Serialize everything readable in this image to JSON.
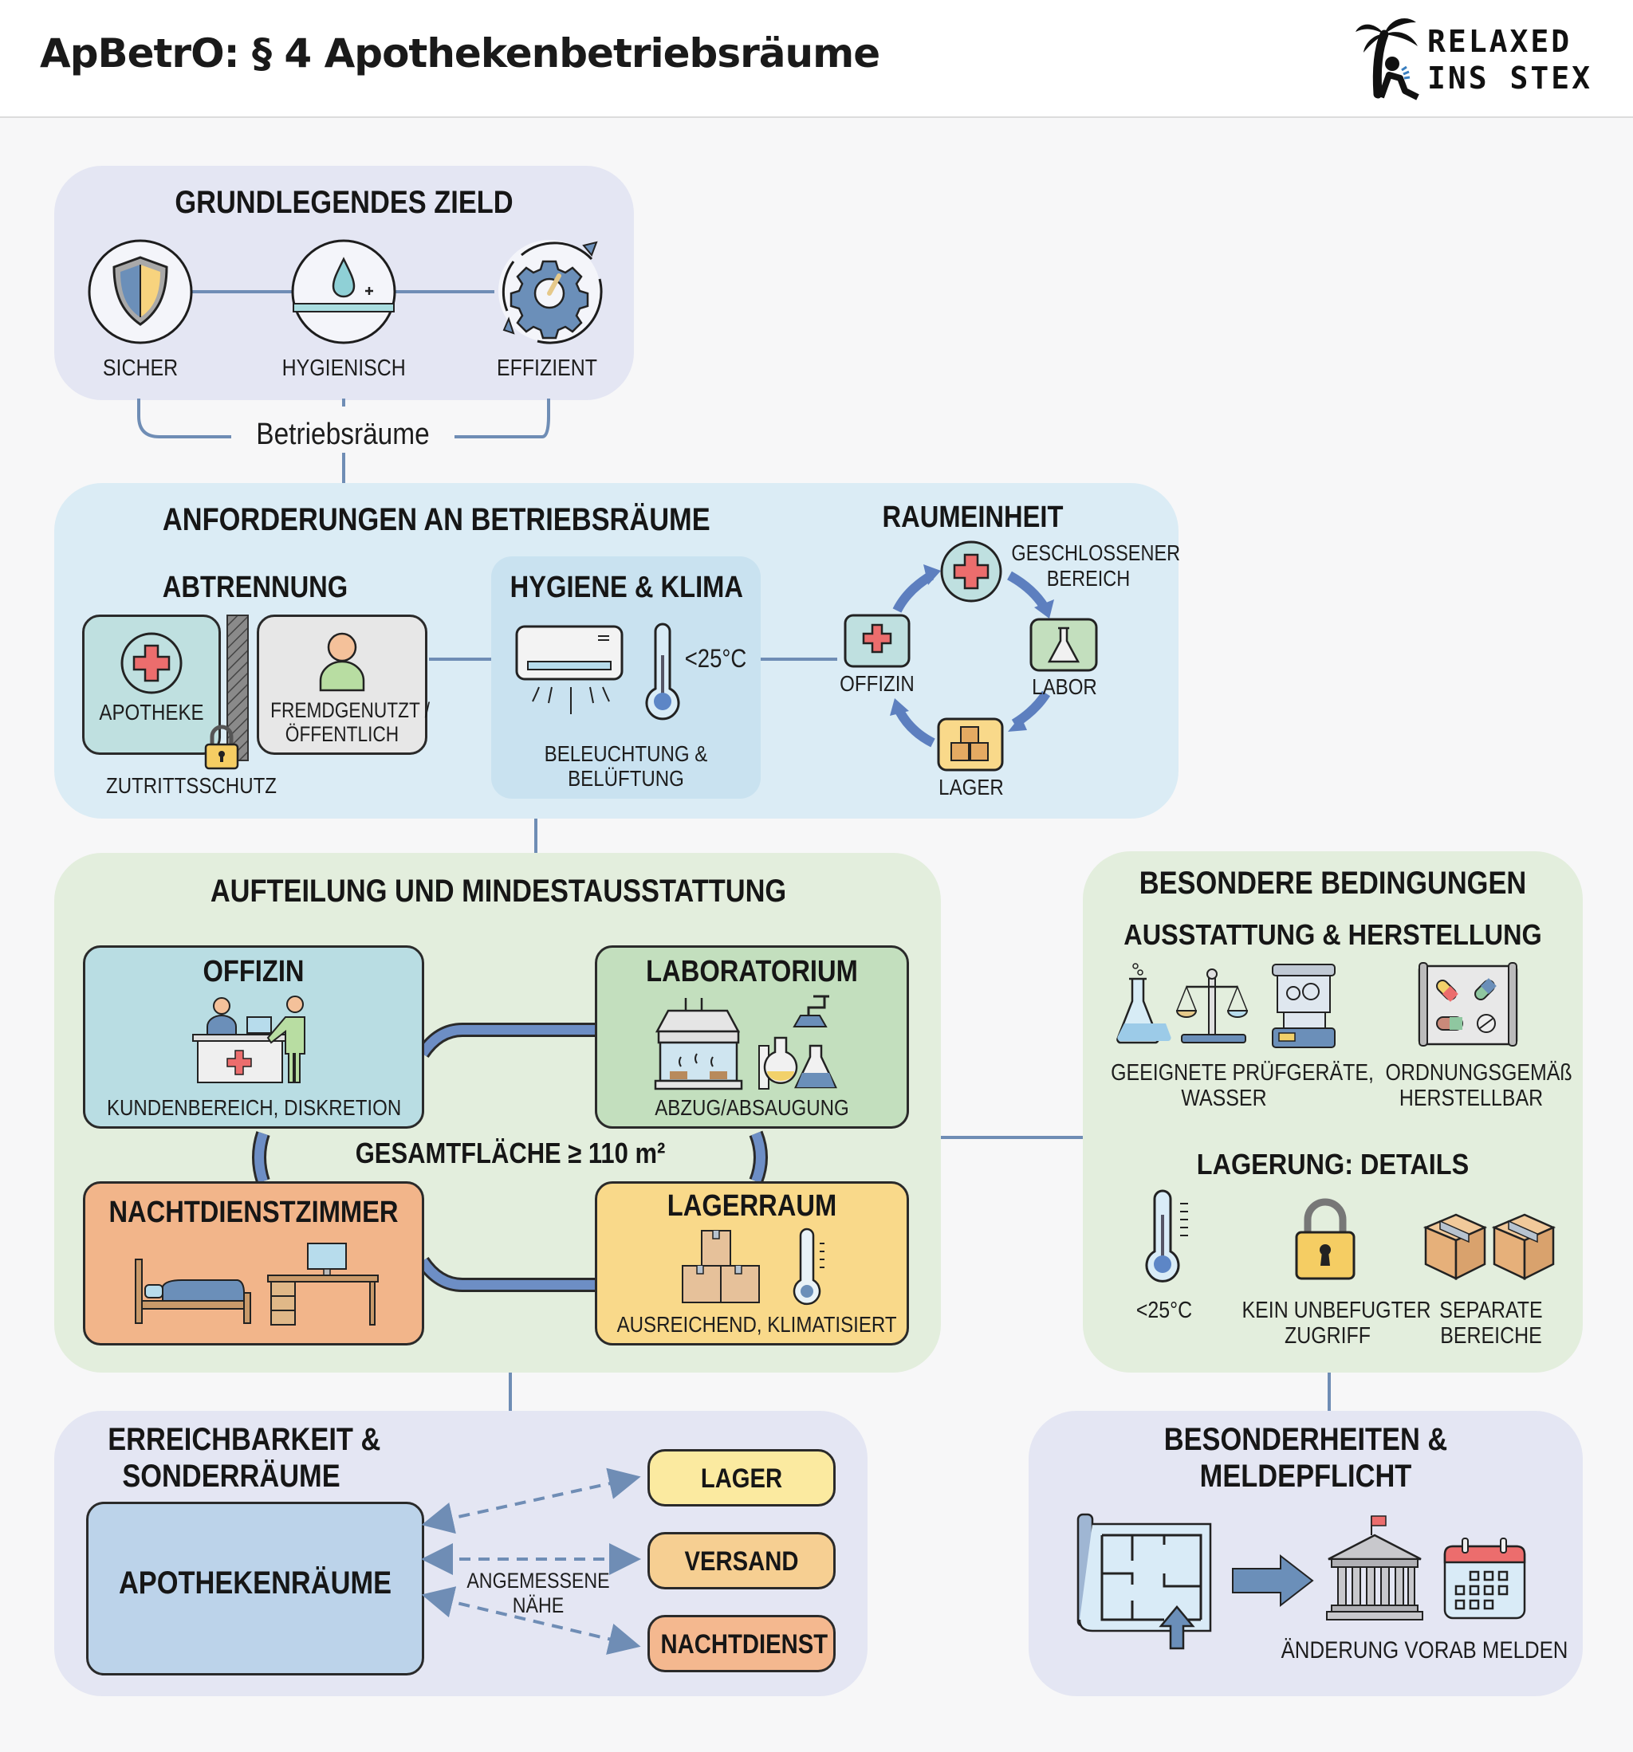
{
  "header": {
    "title": "ApBetrO: § 4 Apothekenbetriebsräume",
    "logo": {
      "line1": "RELAXED",
      "line2": "INS STEX",
      "icon": "palm-tree-reader-icon"
    }
  },
  "goal": {
    "title": "GRUNDLEGENDES ZIELD",
    "items": [
      {
        "label": "SICHER",
        "icon": "shield-icon"
      },
      {
        "label": "HYGIENISCH",
        "icon": "water-drop-icon"
      },
      {
        "label": "EFFIZIENT",
        "icon": "gear-cycle-icon"
      }
    ],
    "connector_label": "Betriebsräume"
  },
  "requirements": {
    "title": "ANFORDERUNGEN AN BETRIEBSRÄUME",
    "separation": {
      "title": "ABTRENNUNG",
      "pharmacy_label": "APOTHEKE",
      "other_label_line1": "FREMDGENUTZT /",
      "other_label_line2": "ÖFFENTLICH",
      "access_label": "ZUTRITTSSCHUTZ"
    },
    "hygiene": {
      "title": "HYGIENE & KLIMA",
      "temperature": "<25°C",
      "caption_line1": "BELEUCHTUNG &",
      "caption_line2": "BELÜFTUNG"
    },
    "room_unit": {
      "title": "RAUMEINHEIT",
      "center_label_line1": "GESCHLOSSENER",
      "center_label_line2": "BEREICH",
      "nodes": [
        "OFFIZIN",
        "LABOR",
        "LAGER"
      ]
    }
  },
  "division": {
    "title": "AUFTEILUNG UND MINDESTAUSSTATTUNG",
    "total_area": "GESAMTFLÄCHE ≥ 110 m²",
    "rooms": [
      {
        "name": "OFFIZIN",
        "caption": "KUNDENBEREICH, DISKRETION",
        "color": "#b9dde3"
      },
      {
        "name": "LABORATORIUM",
        "caption": "ABZUG/ABSAUGUNG",
        "color": "#c3dfbe"
      },
      {
        "name": "NACHTDIENSTZIMMER",
        "caption": "",
        "color": "#f2b58a"
      },
      {
        "name": "LAGERRAUM",
        "caption": "AUSREICHEND, KLIMATISIERT",
        "color": "#f9d98a"
      }
    ]
  },
  "special_conditions": {
    "title": "BESONDERE BEDINGUNGEN",
    "equipment_title": "AUSSTATTUNG & HERSTELLUNG",
    "equipment_items": [
      {
        "label_line1": "GEEIGNETE PRÜFGERÄTE,",
        "label_line2": "WASSER"
      },
      {
        "label_line1": "ORDNUNGSGEMÄß",
        "label_line2": "HERSTELLBAR"
      }
    ],
    "storage_title": "LAGERUNG: DETAILS",
    "storage_items": [
      {
        "label_line1": "<25°C",
        "label_line2": "",
        "icon": "thermometer-icon"
      },
      {
        "label_line1": "KEIN UNBEFUGTER",
        "label_line2": "ZUGRIFF",
        "icon": "padlock-icon"
      },
      {
        "label_line1": "SEPARATE",
        "label_line2": "BEREICHE",
        "icon": "boxes-icon"
      }
    ]
  },
  "reachability": {
    "title_line1": "ERREICHBARKEIT &",
    "title_line2": "SONDERRÄUME",
    "main_room": "APOTHEKENRÄUME",
    "proximity_line1": "ANGEMESSENE",
    "proximity_line2": "NÄHE",
    "special_rooms": [
      {
        "label": "LAGER",
        "color": "#fbeaa0"
      },
      {
        "label": "VERSAND",
        "color": "#f6cf92"
      },
      {
        "label": "NACHTDIENST",
        "color": "#f4b88f"
      }
    ]
  },
  "reporting": {
    "title_line1": "BESONDERHEITEN &",
    "title_line2": "MELDEPFLICHT",
    "caption": "ÄNDERUNG VORAB MELDEN"
  }
}
